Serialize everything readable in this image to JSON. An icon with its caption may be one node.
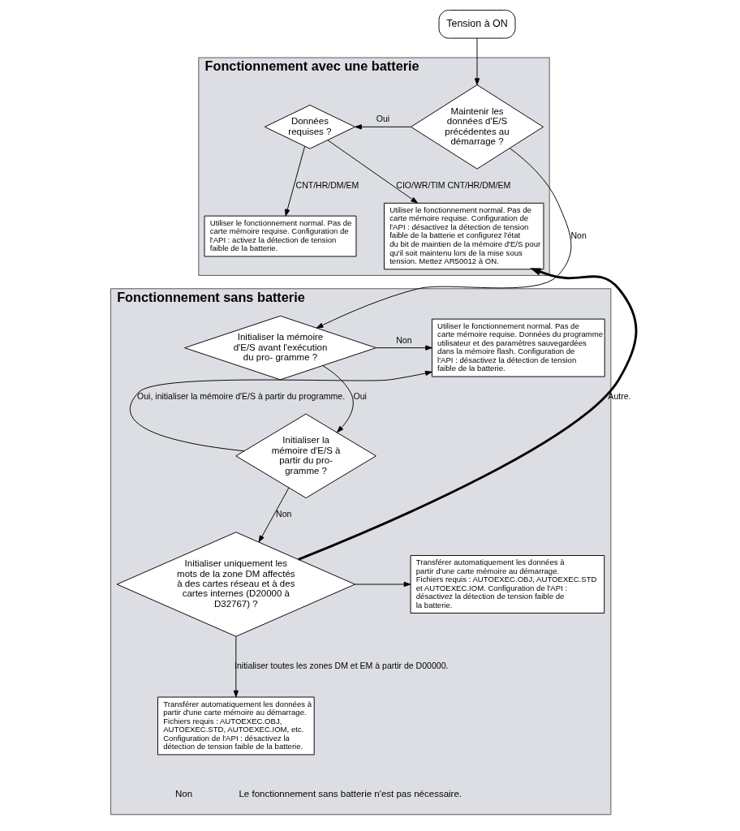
{
  "diagram": {
    "nodes": [
      {
        "text": [
          "Tension à ON"
        ]
      },
      {
        "text": [
          "Fonctionnement avec une batterie"
        ]
      },
      {
        "text": [
          "Maintenir les données d'E/S précédentes au démarrage ?"
        ],
        "in": 1
      },
      {
        "text": [
          "Données requises ?"
        ],
        "in": 1
      },
      {
        "text": [
          "Utiliser le fonctionnement normal. Pas de carte mémoire requise. Configuration de l'API : désactivez la détection de tension faible de la batterie et configurez l'état du bit de maintien de la mémoire d'E/S pour qu'il soit maintenu lors de la mise sous tension. Mettez AR50012 à ON."
        ],
        "in": 1
      },
      {
        "text": [
          "Utiliser le fonctionnement normal. Pas de carte mémoire requise. Configuration de l'API : activez la détection de tension faible de la batterie."
        ],
        "in": 1
      },
      {
        "text": [
          "Fonctionnement sans batterie"
        ]
      },
      {
        "text": [
          "Initialiser la mémoire d'E/S avant l'exécution du pro- gramme ?"
        ],
        "in": 6
      },
      {
        "text": [
          "Utiliser le fonctionnement normal. Pas de carte mémoire requise. Données du programme utilisateur et des paramètres sauvegardées dans la mémoire flash. Configuration de l'API : désactivez la détection de tension faible de la batterie."
        ],
        "in": 6
      },
      {
        "text": [
          "Initialiser la mémoire d'E/S à partir du pro- gramme ?"
        ],
        "in": 6
      },
      {
        "text": [
          "Initialiser uniquement les mots de la zone DM affectés à des cartes réseau et à des cartes internes (D20000 à D32767) ?"
        ],
        "in": 6
      },
      {
        "text": [
          "Transférer automatiquement les données à partir d'une carte mémoire au démarrage. Fichiers requis : AUTOEXEC.OBJ, AUTOEXEC.STD et AUTOEXEC.IOM. Configuration de l'API : désactivez la détection de tension faible de la batterie."
        ],
        "in": 6
      },
      {
        "text": [
          "Transférer automatiquement les données à partir d'une carte mémoire au démarrage. Fichiers requis : AUTOEXEC.OBJ, AUTOEXEC.STD, AUTOEXEC.IOM, etc. Configuration de l'API : désactivez la détection de tension faible de la batterie."
        ],
        "in": 6
      }
    ],
    "edges": [
      {
        "from": 0,
        "to": 2,
        "arrow": "to"
      },
      {
        "from": 2,
        "to": 3,
        "arrow": "to",
        "label": "Oui"
      },
      {
        "from": 3,
        "to": 4,
        "arrow": "to",
        "label": "CIO/WR/TIM CNT/HR/DM/EM"
      },
      {
        "from": 3,
        "to": 5,
        "arrow": "to",
        "label": "CNT/HR/DM/EM"
      },
      {
        "from": 2,
        "to": 7,
        "arrow": "to",
        "label": "Non"
      },
      {
        "from": 7,
        "to": 8,
        "arrow": "to",
        "label": "Non"
      },
      {
        "from": 7,
        "to": 9,
        "arrow": "to",
        "label": "Oui"
      },
      {
        "from": 9,
        "to": 8,
        "arrow": "to",
        "label": "Oui, initialiser la mémoire d'E/S à partir du programme."
      },
      {
        "from": 9,
        "to": 10,
        "arrow": "to",
        "label": "Non"
      },
      {
        "from": 10,
        "to": 11,
        "arrow": "to"
      },
      {
        "from": 10,
        "to": 12,
        "arrow": "to",
        "label": "Initialiser toutes les zones DM et EM à partir de D00000."
      },
      {
        "from": 10,
        "to": 4,
        "arrow": "to",
        "label": "Autre.",
        "style": "thick"
      }
    ],
    "labels": [
      "Non",
      "Le fonctionnement sans batterie n'est pas nécessaire."
    ]
  }
}
